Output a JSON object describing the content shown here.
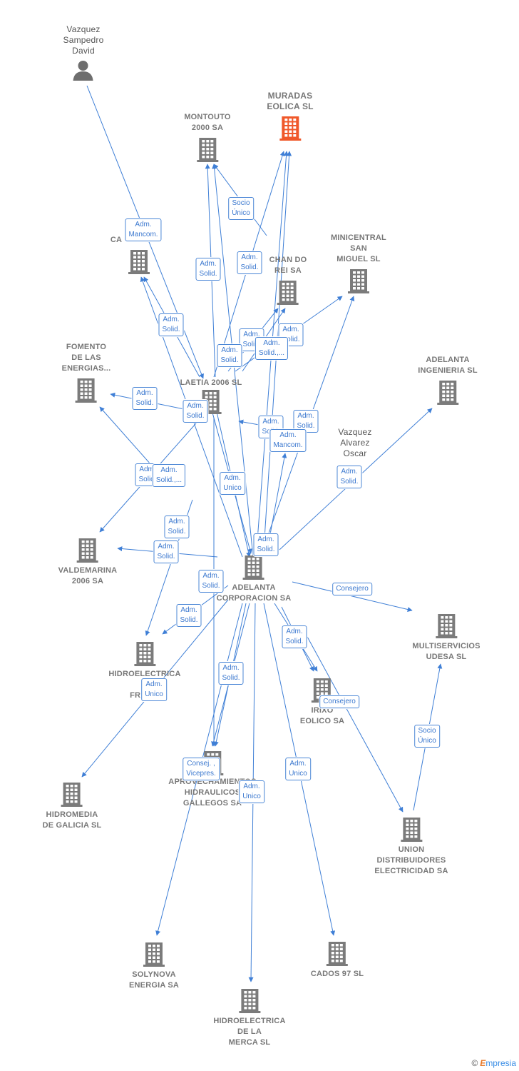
{
  "colors": {
    "edge": "#3f7fd6",
    "building": "#7b7b7b",
    "target": "#f0582a",
    "person": "#6e6e6e"
  },
  "nodes": [
    {
      "id": "vazquez_sampedro",
      "label": "Vazquez\nSampedro\nDavid",
      "kind": "person"
    },
    {
      "id": "muradas",
      "label": "MURADAS\nEOLICA  SL",
      "kind": "target"
    },
    {
      "id": "montouto",
      "label": "MONTOUTO\n2000 SA",
      "kind": "company"
    },
    {
      "id": "ca",
      "label": "CA",
      "kind": "company"
    },
    {
      "id": "chan",
      "label": "CHAN DO\nREI SA",
      "kind": "company"
    },
    {
      "id": "minicentral",
      "label": "MINICENTRAL\nSAN\nMIGUEL SL",
      "kind": "company"
    },
    {
      "id": "fomento",
      "label": "FOMENTO\nDE LAS\nENERGIAS...",
      "kind": "company"
    },
    {
      "id": "laetia",
      "label": "LAETIA 2006 SL",
      "kind": "company"
    },
    {
      "id": "adelanta_ing",
      "label": "ADELANTA\nINGENIERIA SL",
      "kind": "company"
    },
    {
      "id": "vazquez_alvarez",
      "label": "Vazquez\nAlvarez\nOscar",
      "kind": "person"
    },
    {
      "id": "valdemarina",
      "label": "VALDEMARINA\n2006 SA",
      "kind": "company"
    },
    {
      "id": "adelanta_corp",
      "label": "ADELANTA\nCORPORACION SA",
      "kind": "company"
    },
    {
      "id": "multiservicios",
      "label": "MULTISERVICIOS\nUDESA SL",
      "kind": "company"
    },
    {
      "id": "hidroelectrica_frag",
      "label": "HIDROELECTRICA\n\nFRAG...",
      "kind": "company"
    },
    {
      "id": "irixo",
      "label": "IRIXO\nEOLICO SA",
      "kind": "company"
    },
    {
      "id": "aprovechamientos",
      "label": "APROVECHAMIENTOS\nHIDRAULICOS\nGALLEGOS SA",
      "kind": "company"
    },
    {
      "id": "hidromedia",
      "label": "HIDROMEDIA\nDE GALICIA SL",
      "kind": "company"
    },
    {
      "id": "union",
      "label": "UNION\nDISTRIBUIDORES\nELECTRICIDAD SA",
      "kind": "company"
    },
    {
      "id": "solynova",
      "label": "SOLYNOVA\nENERGIA SA",
      "kind": "company"
    },
    {
      "id": "cados",
      "label": "CADOS 97 SL",
      "kind": "company"
    },
    {
      "id": "hidroelectrica_merca",
      "label": "HIDROELECTRICA\nDE LA\nMERCA SL",
      "kind": "company"
    }
  ],
  "relations": [
    {
      "id": "r1",
      "text": "Adm.\nMancom."
    },
    {
      "id": "r2",
      "text": "Socio\nÚnico"
    },
    {
      "id": "r3",
      "text": "Adm.\nSolid."
    },
    {
      "id": "r4",
      "text": "Adm.\nSolid."
    },
    {
      "id": "r5",
      "text": "Adm.\nSolid."
    },
    {
      "id": "r6",
      "text": "Adm.\nSolid."
    },
    {
      "id": "r7",
      "text": "Adm.\nSolid."
    },
    {
      "id": "r8",
      "text": "Adm.\nSolid.,..."
    },
    {
      "id": "r9",
      "text": "Adm.\nSolid."
    },
    {
      "id": "r10",
      "text": "Adm.\nSolid."
    },
    {
      "id": "r11",
      "text": "Adm.\nSolid."
    },
    {
      "id": "r12",
      "text": "Adm.\nSolid."
    },
    {
      "id": "r13",
      "text": "Adm.\nSolid."
    },
    {
      "id": "r14",
      "text": "Adm.\nMancom."
    },
    {
      "id": "r15",
      "text": "Adm.\nSolid."
    },
    {
      "id": "r16",
      "text": "Adm.\nSolid."
    },
    {
      "id": "r17",
      "text": "Adm.\nSolid.,..."
    },
    {
      "id": "r18",
      "text": "Adm.\nUnico"
    },
    {
      "id": "r19",
      "text": "Adm.\nSolid."
    },
    {
      "id": "r20",
      "text": "Adm.\nSolid."
    },
    {
      "id": "r21",
      "text": "Adm.\nSolid."
    },
    {
      "id": "r22",
      "text": "Adm.\nSolid."
    },
    {
      "id": "r23",
      "text": "Consejero"
    },
    {
      "id": "r24",
      "text": "Adm.\nSolid."
    },
    {
      "id": "r25",
      "text": "Adm.\nSolid."
    },
    {
      "id": "r26",
      "text": "Adm.\nUnico"
    },
    {
      "id": "r27",
      "text": "Adm.\nSolid."
    },
    {
      "id": "r28",
      "text": "Consejero"
    },
    {
      "id": "r29",
      "text": "Socio\nÚnico"
    },
    {
      "id": "r30",
      "text": "Consej. ,\nVicepres."
    },
    {
      "id": "r31",
      "text": "Adm.\nUnico"
    },
    {
      "id": "r32",
      "text": "Adm.\nUnico"
    },
    {
      "id": "r33",
      "text": "Adm.\nSolid."
    }
  ],
  "footer": {
    "copyright": "©",
    "brand_initial": "E",
    "brand_rest": "mpresia"
  }
}
